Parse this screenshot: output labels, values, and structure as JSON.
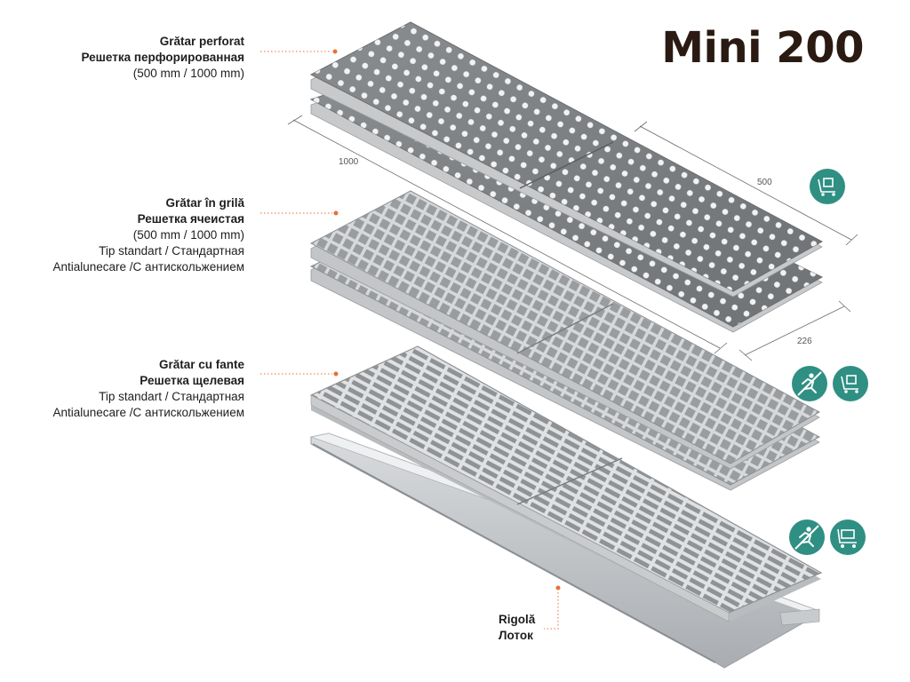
{
  "title": "Mini 200",
  "labels": {
    "perforated": {
      "ro": "Grătar perforat",
      "ru": "Решетка перфорированная",
      "size": "(500 mm / 1000 mm)"
    },
    "mesh": {
      "ro": "Grătar în grilă",
      "ru": "Решетка ячеистая",
      "size": "(500 mm / 1000 mm)",
      "type": "Tip standart / Стандартная",
      "anti": "Antialunecare /С антискольжением"
    },
    "slotted": {
      "ro": "Grătar cu fante",
      "ru": "Решетка щелевая",
      "type": "Tip standart / Стандартная",
      "anti": "Antialunecare /С антискольжением"
    },
    "channel": {
      "ro": "Rigolă",
      "ru": "Лоток"
    }
  },
  "dimensions": {
    "length": "1000",
    "half_length": "500",
    "width": "226"
  },
  "icons": {
    "perforated": [
      "cart-load-icon"
    ],
    "mesh": [
      "anti-slip-icon",
      "cart-load-icon"
    ],
    "slotted": [
      "anti-slip-icon",
      "cart-load-icon"
    ]
  },
  "colors": {
    "accent_teal": "#2f8f83",
    "leader_orange": "#e8703a",
    "title": "#2a1a12"
  }
}
